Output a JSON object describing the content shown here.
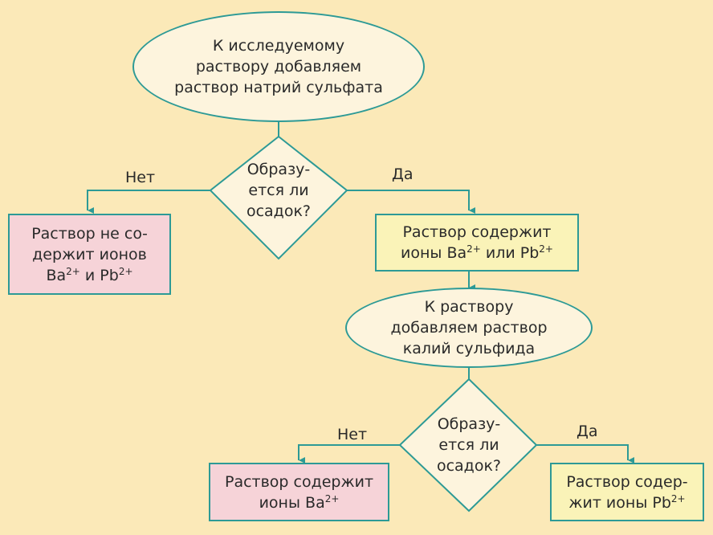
{
  "start": {
    "line1": "К исследуемому",
    "line2": "раствору добавляем",
    "line3": "раствор натрий сульфата"
  },
  "decision1": {
    "line1": "Образу-",
    "line2": "ется ли",
    "line3": "осадок?"
  },
  "decision1_no_label": "Нет",
  "decision1_yes_label": "Да",
  "result_no_ions": {
    "line1": "Раствор не со-",
    "line2": "держит ионов",
    "ion1": "Ba",
    "ion1_charge": "2+",
    "connector": "и",
    "ion2": "Pb",
    "ion2_charge": "2+"
  },
  "result_ba_or_pb": {
    "line1": "Раствор содержит",
    "prefix": "ионы",
    "ion1": "Ba",
    "ion1_charge": "2+",
    "connector": "или",
    "ion2": "Pb",
    "ion2_charge": "2+"
  },
  "step2": {
    "line1": "К раствору",
    "line2": "добавляем раствор",
    "line3": "калий сульфида"
  },
  "decision2": {
    "line1": "Образу-",
    "line2": "ется ли",
    "line3": "осадок?"
  },
  "decision2_no_label": "Нет",
  "decision2_yes_label": "Да",
  "result_ba": {
    "line1": "Раствор содержит",
    "prefix": "ионы",
    "ion": "Ba",
    "ion_charge": "2+"
  },
  "result_pb": {
    "line1": "Раствор содер-",
    "prefix": "жит ионы",
    "ion": "Pb",
    "ion_charge": "2+"
  },
  "colors": {
    "background": "#fbe9b8",
    "border": "#2d9a96",
    "pink_fill": "#f6d3d8",
    "yellow_fill": "#faf3b8",
    "ellipse_fill": "#fdf4dd"
  }
}
